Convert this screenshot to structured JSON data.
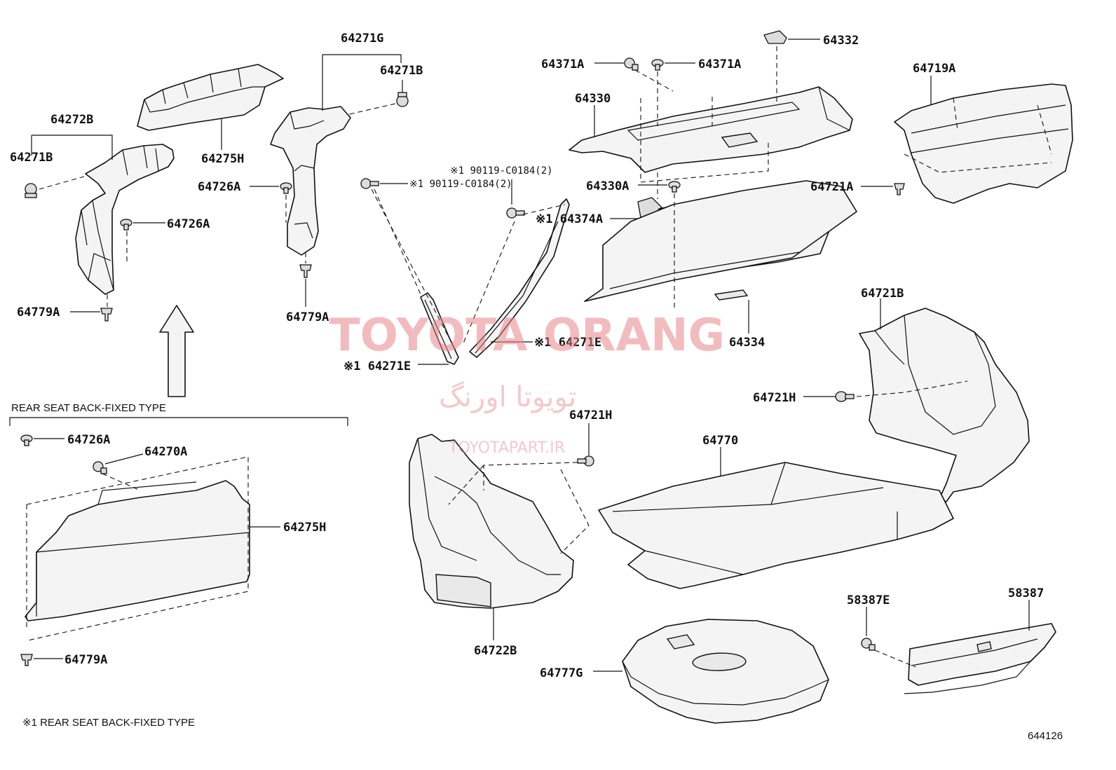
{
  "labels": {
    "p64271G": "64271G",
    "p64271B_top": "64271B",
    "p64272B": "64272B",
    "p64271B_left": "64271B",
    "p64275H_top": "64275H",
    "p64726A_mid": "64726A",
    "p64726A_left": "64726A",
    "p64779A_left": "64779A",
    "p64779A_mid": "64779A",
    "p64371A_l": "64371A",
    "p64371A_r": "64371A",
    "p64332": "64332",
    "p64330": "64330",
    "p64719A": "64719A",
    "p64721A": "64721A",
    "p90119_top": "※1 90119-C0184(2)",
    "p64374A": "※1 64374A",
    "p90119_mid": "※1 90119-C0184(2)",
    "p64330A": "64330A",
    "p64271E_r": "※1 64271E",
    "p64271E_l": "※1 64271E",
    "p64334": "64334",
    "p64721B": "64721B",
    "p64721H_r": "64721H",
    "p64721H_mid": "64721H",
    "p64770": "64770",
    "p64726A_bot": "64726A",
    "p64270A": "64270A",
    "p64275H_bot": "64275H",
    "p64779A_bot": "64779A",
    "p64722B": "64722B",
    "p58387E": "58387E",
    "p58387": "58387",
    "p64777G": "64777G"
  },
  "section_title": "REAR SEAT BACK-FIXED TYPE",
  "footnote": "※1 REAR SEAT BACK-FIXED TYPE",
  "diagram_id": "644126",
  "watermark": {
    "brand": "TOYOTA ORANG",
    "brand_fa": "تویوتا اورنگ",
    "url": "TOYOTAPART.IR"
  }
}
